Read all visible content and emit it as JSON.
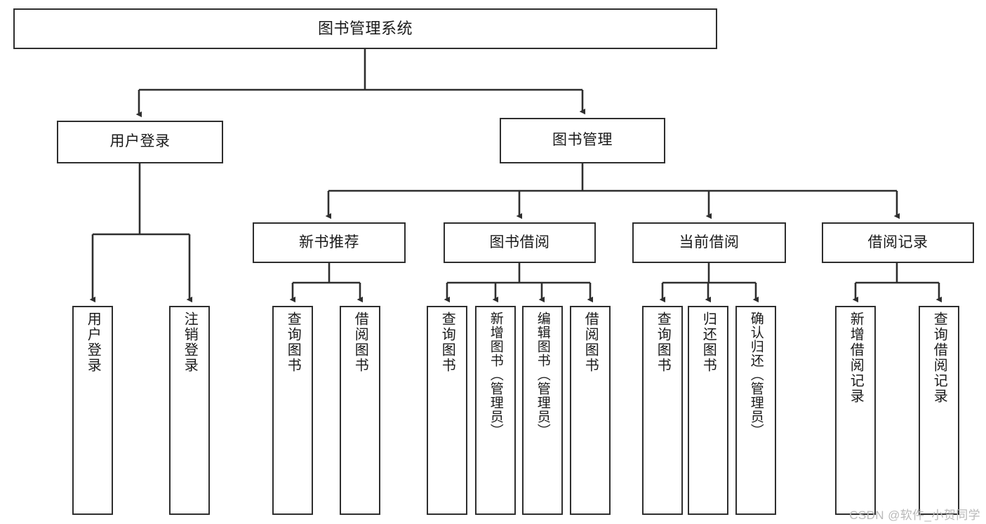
{
  "diagram": {
    "title": "图书管理系统",
    "type": "tree",
    "orientation": "top-down",
    "line_color": "#2e2e2e",
    "box_fill": "#ffffff",
    "text_color": "#1a1a1a",
    "nodes": {
      "root": {
        "label": "图书管理系统"
      },
      "login": {
        "label": "用户登录"
      },
      "book_mgmt": {
        "label": "图书管理"
      },
      "new_book_rec": {
        "label": "新书推荐"
      },
      "book_borrow": {
        "label": "图书借阅"
      },
      "current_borrow": {
        "label": "当前借阅"
      },
      "borrow_record": {
        "label": "借阅记录"
      },
      "leaf_user_login": {
        "label": "用户登录"
      },
      "leaf_logout": {
        "label": "注销登录"
      },
      "leaf_query_book_1": {
        "label": "查询图书"
      },
      "leaf_borrow_book_1": {
        "label": "借阅图书"
      },
      "leaf_query_book_2": {
        "label": "查询图书"
      },
      "leaf_add_book": {
        "label": "新增图书（管理员）"
      },
      "leaf_edit_book": {
        "label": "编辑图书（管理员）"
      },
      "leaf_borrow_book_2": {
        "label": "借阅图书"
      },
      "leaf_query_book_3": {
        "label": "查询图书"
      },
      "leaf_return_book": {
        "label": "归还图书"
      },
      "leaf_confirm_return": {
        "label": "确认归还（管理员）"
      },
      "leaf_add_record": {
        "label": "新增借阅记录"
      },
      "leaf_query_record": {
        "label": "查询借阅记录"
      }
    }
  },
  "watermark": {
    "text": "CSDN @软件_小贺同学"
  }
}
